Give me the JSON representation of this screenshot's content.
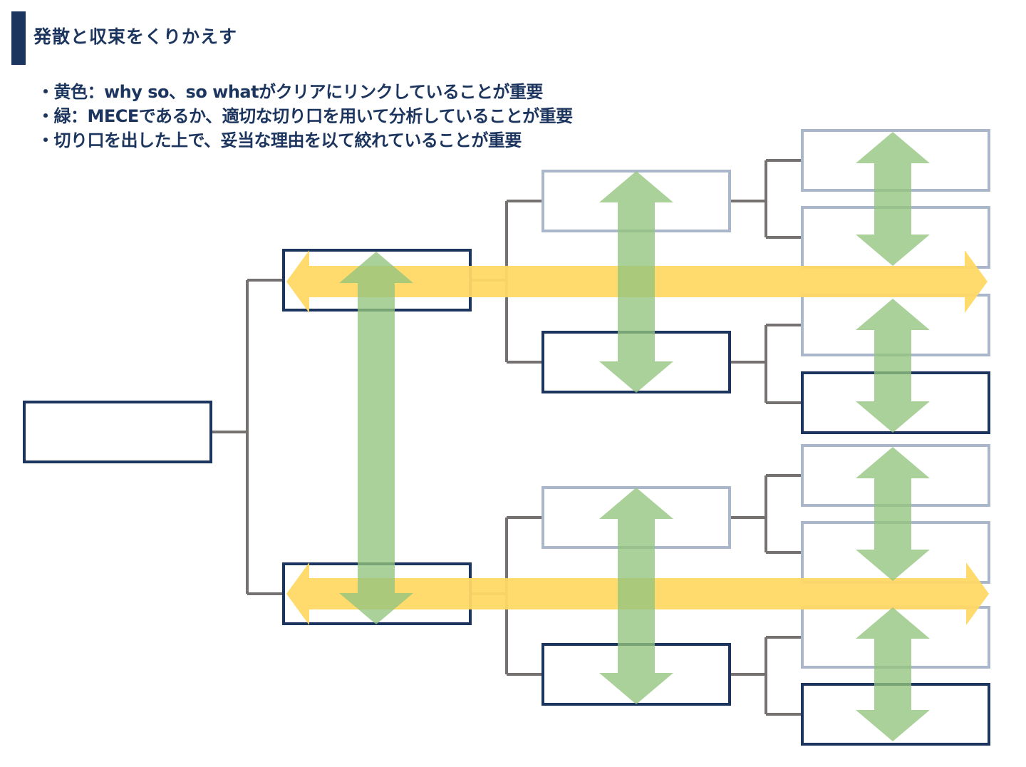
{
  "header": {
    "title": "発散と収束をくりかえす"
  },
  "notes": [
    "・黄色：why so、so whatがクリアにリンクしていることが重要",
    "・緑：MECEであるか、適切な切り口を用いて分析していることが重要",
    "・切り口を出した上で、妥当な理由を以て絞れていることが重要"
  ],
  "colors": {
    "accent_navy": "#1c355e",
    "box_selected": "#1c355e",
    "box_unselected": "#aab6c9",
    "connector": "#767171",
    "yellow_arrow": "#ffd966",
    "green_arrow": "#93c47d"
  },
  "tree": {
    "root": {
      "state": "selected"
    },
    "level1": [
      {
        "state": "selected"
      },
      {
        "state": "selected"
      }
    ],
    "level2": [
      {
        "parent": 0,
        "state": "unselected"
      },
      {
        "parent": 0,
        "state": "selected"
      },
      {
        "parent": 1,
        "state": "unselected"
      },
      {
        "parent": 1,
        "state": "selected"
      }
    ],
    "level3": [
      {
        "parent": 0,
        "state": "unselected"
      },
      {
        "parent": 0,
        "state": "unselected"
      },
      {
        "parent": 1,
        "state": "unselected"
      },
      {
        "parent": 1,
        "state": "selected"
      },
      {
        "parent": 2,
        "state": "unselected"
      },
      {
        "parent": 2,
        "state": "unselected"
      },
      {
        "parent": 3,
        "state": "unselected"
      },
      {
        "parent": 3,
        "state": "selected"
      }
    ]
  },
  "arrows": {
    "yellow": [
      {
        "meaning": "why so / so what",
        "direction": "bidirectional-horizontal"
      },
      {
        "meaning": "why so / so what",
        "direction": "bidirectional-horizontal"
      }
    ],
    "green": [
      {
        "meaning": "MECE",
        "direction": "bidirectional-vertical"
      }
    ]
  }
}
